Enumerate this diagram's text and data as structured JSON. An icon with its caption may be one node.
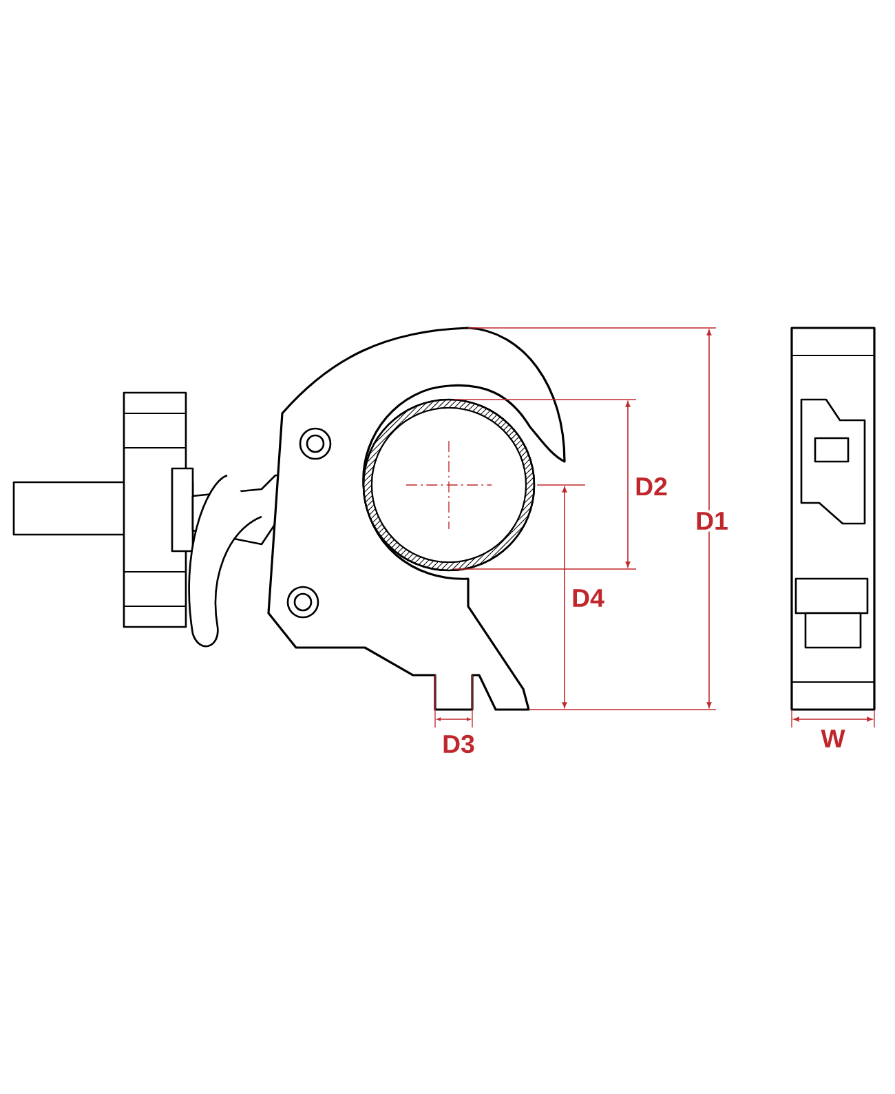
{
  "diagram": {
    "labels": [
      "D2",
      "D1",
      "D4",
      "D3",
      "W"
    ]
  }
}
